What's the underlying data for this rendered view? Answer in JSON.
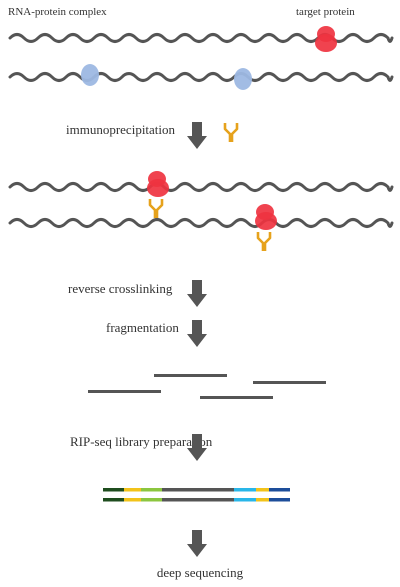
{
  "labels": {
    "complex": "RNA-protein complex",
    "target": "target protein",
    "steps": [
      "immunoprecipitation",
      "reverse crosslinking",
      "fragmentation",
      "RIP-seq library preparation",
      "deep sequencing"
    ]
  },
  "colors": {
    "rna_strand": "#555555",
    "target_protein": "#ef3340",
    "other_protein": "#9db8e3",
    "antibody": "#e6a21c",
    "arrow": "#555555",
    "fragment": "#555555",
    "adapter_dark_green": "#1f4d1f",
    "adapter_yellow": "#f2c31a",
    "adapter_light_green": "#8cc63f",
    "adapter_cyan": "#29b6e8",
    "adapter_blue": "#1d4e9a"
  },
  "icons": {
    "protein": "protein-blob-icon",
    "antibody": "y-shaped-antibody-icon",
    "step_arrow": "down-arrow-icon"
  }
}
